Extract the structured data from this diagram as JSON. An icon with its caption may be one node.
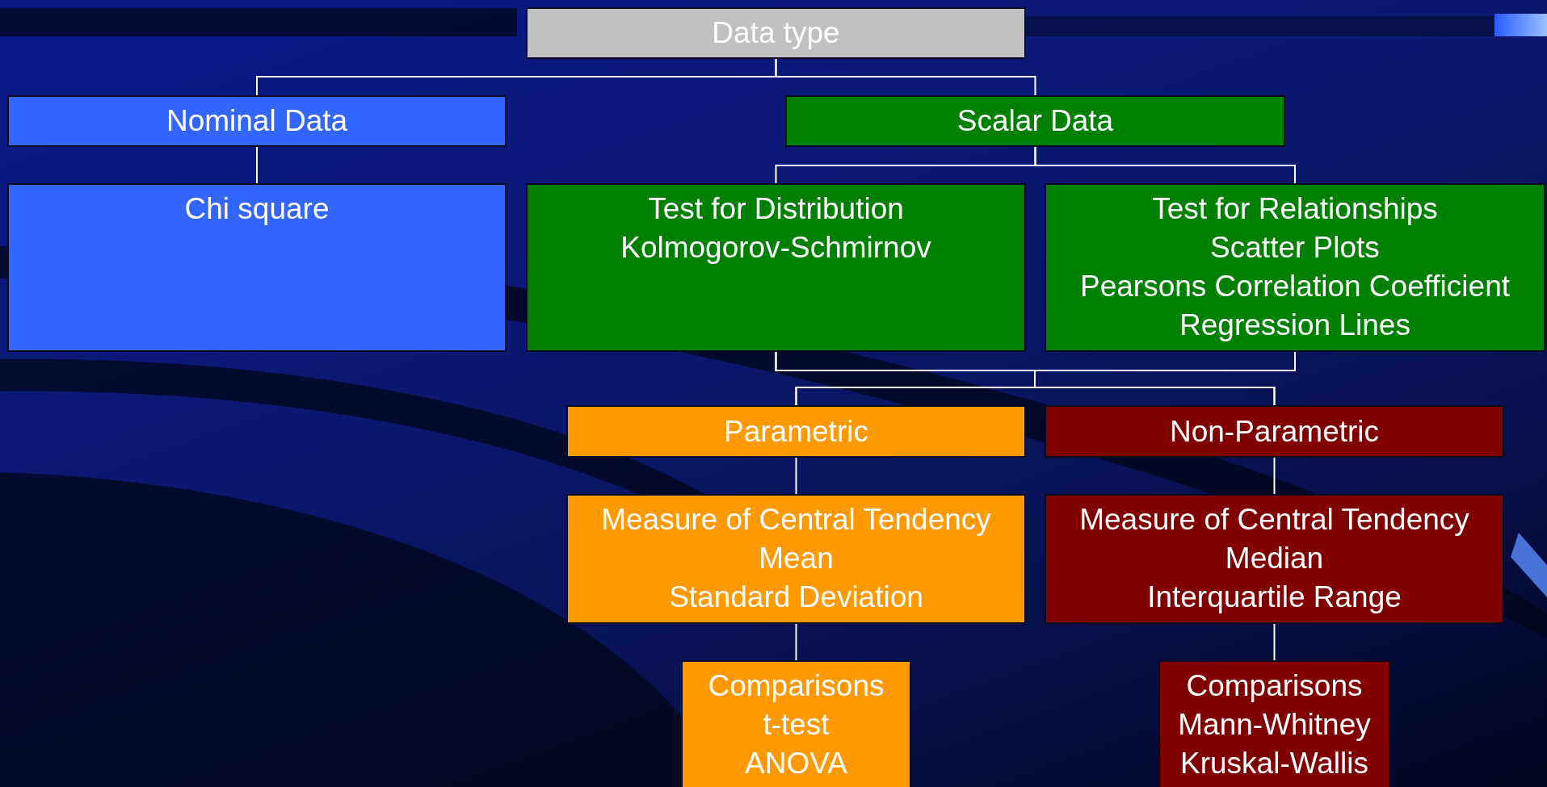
{
  "diagram": {
    "nodes": [
      {
        "text": [
          "Data type"
        ]
      },
      {
        "text": [
          "Nominal Data"
        ]
      },
      {
        "text": [
          "Scalar Data"
        ]
      },
      {
        "text": [
          "Chi square"
        ]
      },
      {
        "text": [
          "Test for Distribution",
          "Kolmogorov-Schmirnov"
        ]
      },
      {
        "text": [
          "Test for Relationships",
          "Scatter Plots",
          "Pearsons Correlation Coefficient",
          "Regression Lines"
        ]
      },
      {
        "text": [
          "Parametric"
        ]
      },
      {
        "text": [
          "Non-Parametric"
        ]
      },
      {
        "text": [
          "Measure of Central Tendency",
          "Mean",
          "Standard Deviation"
        ]
      },
      {
        "text": [
          "Measure of Central Tendency",
          "Median",
          "Interquartile Range"
        ]
      },
      {
        "text": [
          "Comparisons",
          "t-test",
          "ANOVA"
        ]
      },
      {
        "text": [
          "Comparisons",
          "Mann-Whitney",
          "Kruskal-Wallis"
        ]
      }
    ],
    "edges": [
      {
        "from": 0,
        "to": 1,
        "arrow": "none"
      },
      {
        "from": 0,
        "to": 2,
        "arrow": "none"
      },
      {
        "from": 1,
        "to": 3,
        "arrow": "none"
      },
      {
        "from": 2,
        "to": 4,
        "arrow": "none"
      },
      {
        "from": 2,
        "to": 5,
        "arrow": "none"
      },
      {
        "from": 4,
        "to": 6,
        "arrow": "none"
      },
      {
        "from": 4,
        "to": 7,
        "arrow": "none"
      },
      {
        "from": 5,
        "to": 6,
        "arrow": "none"
      },
      {
        "from": 5,
        "to": 7,
        "arrow": "none"
      },
      {
        "from": 6,
        "to": 8,
        "arrow": "none"
      },
      {
        "from": 8,
        "to": 10,
        "arrow": "none"
      },
      {
        "from": 7,
        "to": 9,
        "arrow": "none"
      },
      {
        "from": 9,
        "to": 11,
        "arrow": "none"
      }
    ]
  }
}
